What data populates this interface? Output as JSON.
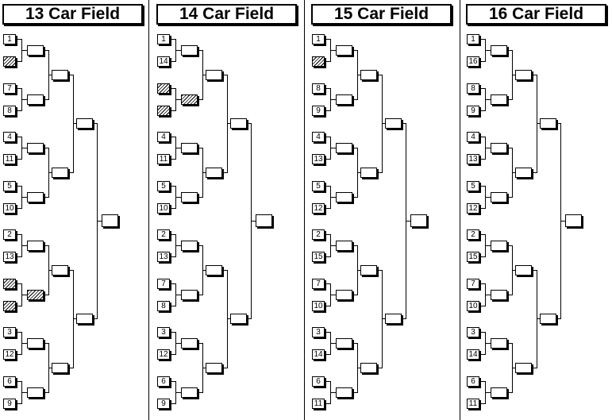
{
  "brackets": [
    {
      "title": "13 Car Field",
      "round1": [
        {
          "label": "1"
        },
        {
          "label": "",
          "hatched": true
        },
        {
          "label": "7"
        },
        {
          "label": "8"
        },
        {
          "label": "4"
        },
        {
          "label": "11"
        },
        {
          "label": "5"
        },
        {
          "label": "10"
        },
        {
          "label": "2"
        },
        {
          "label": "13"
        },
        {
          "label": "",
          "hatched": true
        },
        {
          "label": "",
          "hatched": true
        },
        {
          "label": "3"
        },
        {
          "label": "12"
        },
        {
          "label": "6"
        },
        {
          "label": "9"
        }
      ],
      "round2_hatched": [
        false,
        false,
        false,
        false,
        false,
        true,
        false,
        false
      ]
    },
    {
      "title": "14 Car Field",
      "round1": [
        {
          "label": "1"
        },
        {
          "label": "14"
        },
        {
          "label": "",
          "hatched": true
        },
        {
          "label": "",
          "hatched": true
        },
        {
          "label": "4"
        },
        {
          "label": "11"
        },
        {
          "label": "5"
        },
        {
          "label": "10"
        },
        {
          "label": "2"
        },
        {
          "label": "13"
        },
        {
          "label": "7"
        },
        {
          "label": "8"
        },
        {
          "label": "3"
        },
        {
          "label": "12"
        },
        {
          "label": "6"
        },
        {
          "label": "9"
        }
      ],
      "round2_hatched": [
        false,
        true,
        false,
        false,
        false,
        false,
        false,
        false
      ]
    },
    {
      "title": "15 Car Field",
      "round1": [
        {
          "label": "1"
        },
        {
          "label": "",
          "hatched": true
        },
        {
          "label": "8"
        },
        {
          "label": "9"
        },
        {
          "label": "4"
        },
        {
          "label": "13"
        },
        {
          "label": "5"
        },
        {
          "label": "12"
        },
        {
          "label": "2"
        },
        {
          "label": "15"
        },
        {
          "label": "7"
        },
        {
          "label": "10"
        },
        {
          "label": "3"
        },
        {
          "label": "14"
        },
        {
          "label": "6"
        },
        {
          "label": "11"
        }
      ],
      "round2_hatched": [
        false,
        false,
        false,
        false,
        false,
        false,
        false,
        false
      ]
    },
    {
      "title": "16 Car Field",
      "round1": [
        {
          "label": "1"
        },
        {
          "label": "16"
        },
        {
          "label": "8"
        },
        {
          "label": "9"
        },
        {
          "label": "4"
        },
        {
          "label": "13"
        },
        {
          "label": "5"
        },
        {
          "label": "12"
        },
        {
          "label": "2"
        },
        {
          "label": "15"
        },
        {
          "label": "7"
        },
        {
          "label": "10"
        },
        {
          "label": "3"
        },
        {
          "label": "14"
        },
        {
          "label": "6"
        },
        {
          "label": "11"
        }
      ],
      "round2_hatched": [
        false,
        false,
        false,
        false,
        false,
        false,
        false,
        false
      ]
    }
  ]
}
